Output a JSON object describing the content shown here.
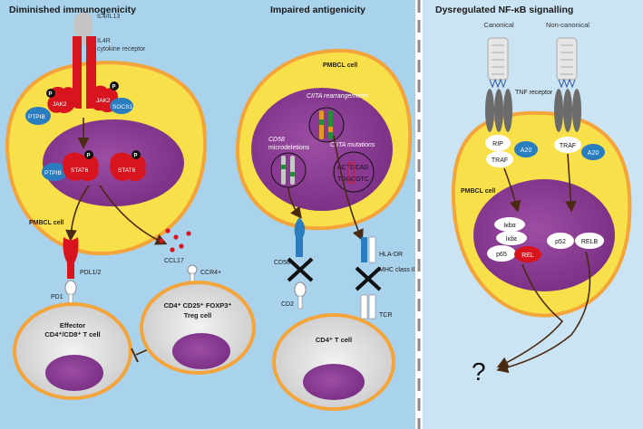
{
  "panels": {
    "left": {
      "title": "Diminished immunogenicity",
      "ligand": "IL4/IL13",
      "receptor_line1": "IL4R",
      "receptor_line2": "cytokine receptor",
      "jak2": "JAK2",
      "socs1": "SOCS1",
      "ptp1b": "PTPIB",
      "stat6": "STAT6",
      "phospho": "P",
      "cell_label": "PMBCL cell",
      "pdl": "PDL1/2",
      "pd1": "PD1",
      "ccl17": "CCL17",
      "ccr4": "CCR4+",
      "effector_line1": "Effector",
      "effector_line2": "CD4⁺/CD8⁺ T cell",
      "treg_line1": "CD4⁺ CD25⁺ FOXP3⁺",
      "treg_line2": "Treg cell"
    },
    "middle": {
      "title": "Impaired antigenicity",
      "cell_label": "PMBCL cell",
      "ciita_rearr": "CIITA rearrangements",
      "cd58_micro_line1": "CD58",
      "cd58_micro_line2": "microdeletions",
      "ciita_mut": "CIITA mutations",
      "seq1": "ACTGCAG",
      "seq2": "TGGCGTC",
      "cd58": "CD58",
      "cd2": "CD2",
      "hla": "HLA-DR",
      "mhc": "MHC class II",
      "tcr": "TCR",
      "tcell": "CD4⁺ T cell"
    },
    "right": {
      "title": "Dysregulated NF-κB signalling",
      "canonical": "Canonical",
      "noncanonical": "Non-canonical",
      "tnfr": "TNF receptor",
      "rip": "RIP",
      "traf1": "TRAF",
      "traf2": "TRAF",
      "a20_1": "A20",
      "a20_2": "A20",
      "cell_label": "PMBCL cell",
      "ika": "Iκbα",
      "ike": "Iκbε",
      "p65": "p65",
      "rel": "REL",
      "p52": "p52",
      "relb": "RELB",
      "question": "?"
    }
  },
  "colors": {
    "background_left": "#a9d3ec",
    "background_right": "#cbe4f4",
    "cell_yellow": "#f8e04a",
    "cell_border": "#f3a43a",
    "nucleus": "#8a3a93",
    "red": "#d8151f",
    "blue": "#2a7dbf"
  }
}
